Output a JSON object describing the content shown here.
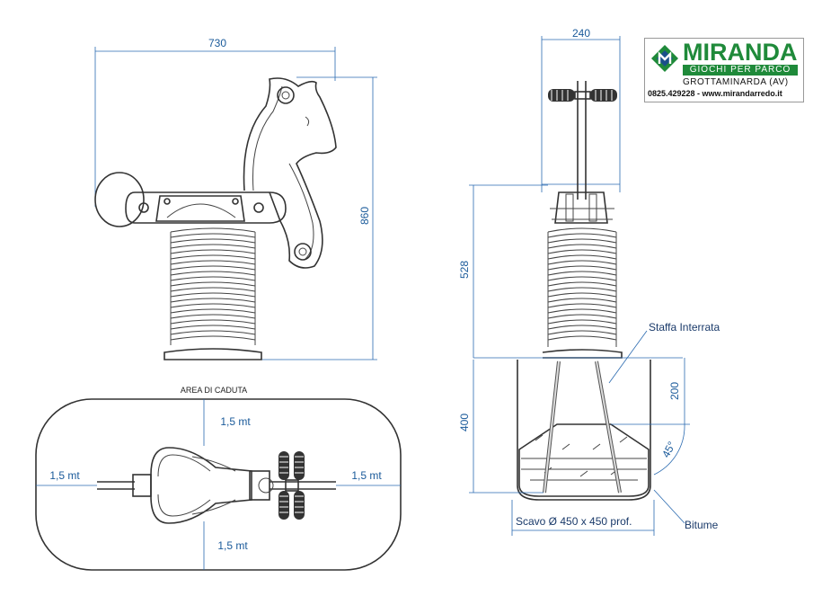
{
  "dimensions": {
    "width": "730",
    "height": "860",
    "depth": "240",
    "spring_height": "528",
    "foundation_depth": "400",
    "bracket_depth": "200",
    "angle": "45°"
  },
  "fall_area": {
    "title": "AREA DI CADUTA",
    "top": "1,5 mt",
    "bottom": "1,5 mt",
    "left": "1,5 mt",
    "right": "1,5 mt"
  },
  "foundation": {
    "bracket_label": "Staffa Interrata",
    "excavation_label": "Scavo Ø 450 x 450 prof.",
    "bitumen_label": "Bitume"
  },
  "logo": {
    "brand": "MIRANDA",
    "tagline": "GIOCHI PER PARCO",
    "city": "GROTTAMINARDA (AV)",
    "contact": "0825.429228 - www.mirandarredo.it",
    "colors": {
      "green": "#1f8a3a",
      "blue": "#1a4f8a"
    }
  }
}
